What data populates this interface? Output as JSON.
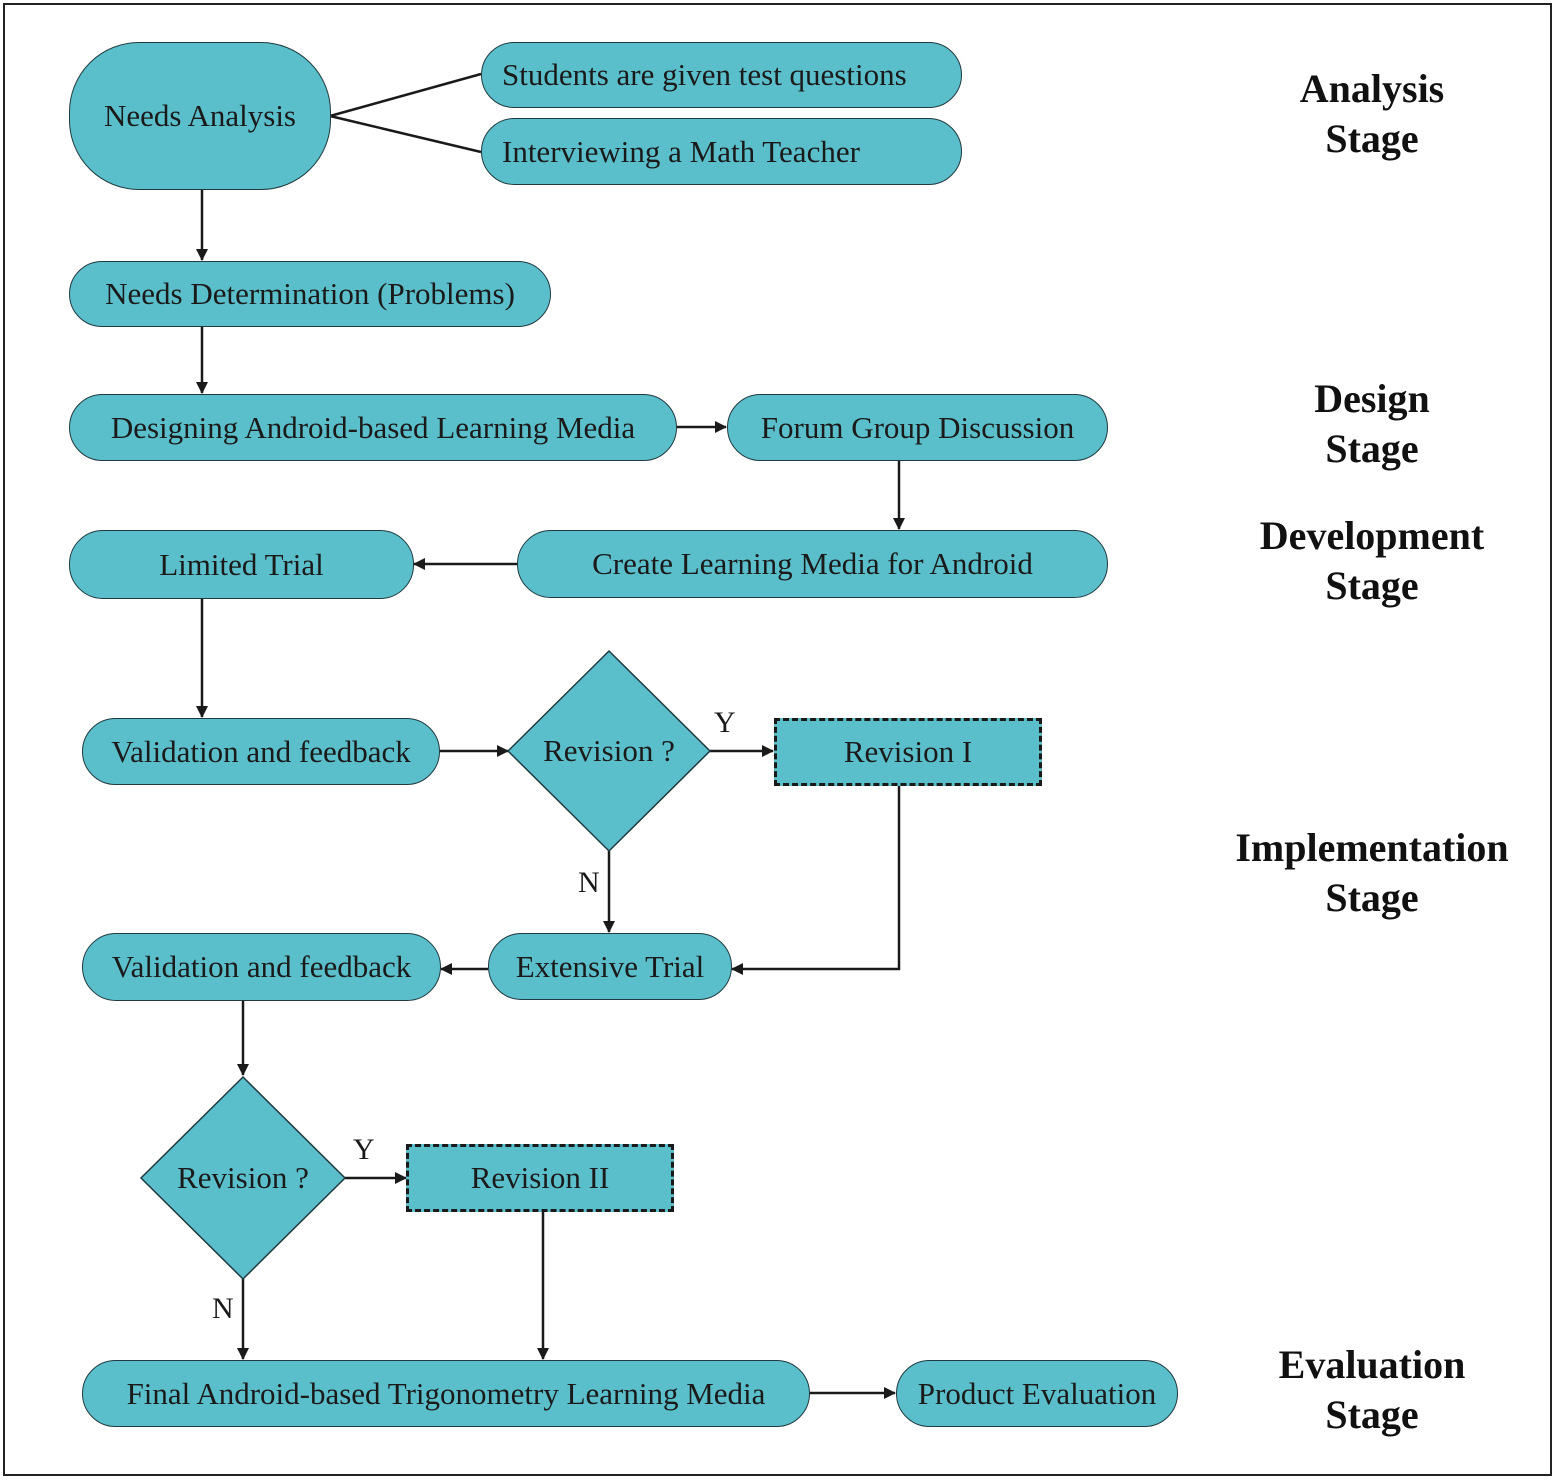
{
  "nodes": {
    "needs_analysis": "Needs Analysis",
    "students_test": "Students are given test questions",
    "interview_teacher": "Interviewing a Math Teacher",
    "needs_determination": "Needs Determination (Problems)",
    "designing_media": "Designing Android-based Learning Media",
    "forum_discussion": "Forum Group Discussion",
    "create_media": "Create Learning Media for Android",
    "limited_trial": "Limited Trial",
    "validation_1": "Validation and feedback",
    "revision_q_1": "Revision ?",
    "revision_1": "Revision I",
    "extensive_trial": "Extensive Trial",
    "validation_2": "Validation and feedback",
    "revision_q_2": "Revision ?",
    "revision_2": "Revision II",
    "final_media": "Final Android-based Trigonometry Learning Media",
    "product_evaluation": "Product Evaluation"
  },
  "edge_labels": {
    "y1": "Y",
    "n1": "N",
    "y2": "Y",
    "n2": "N"
  },
  "stages": {
    "analysis": [
      "Analysis",
      "Stage"
    ],
    "design": [
      "Design",
      "Stage"
    ],
    "development": [
      "Development",
      "Stage"
    ],
    "implementation": [
      "Implementation",
      "Stage"
    ],
    "evaluation": [
      "Evaluation",
      "Stage"
    ]
  },
  "colors": {
    "node_fill": "#5bbfcb",
    "line": "#1a1a1a"
  }
}
